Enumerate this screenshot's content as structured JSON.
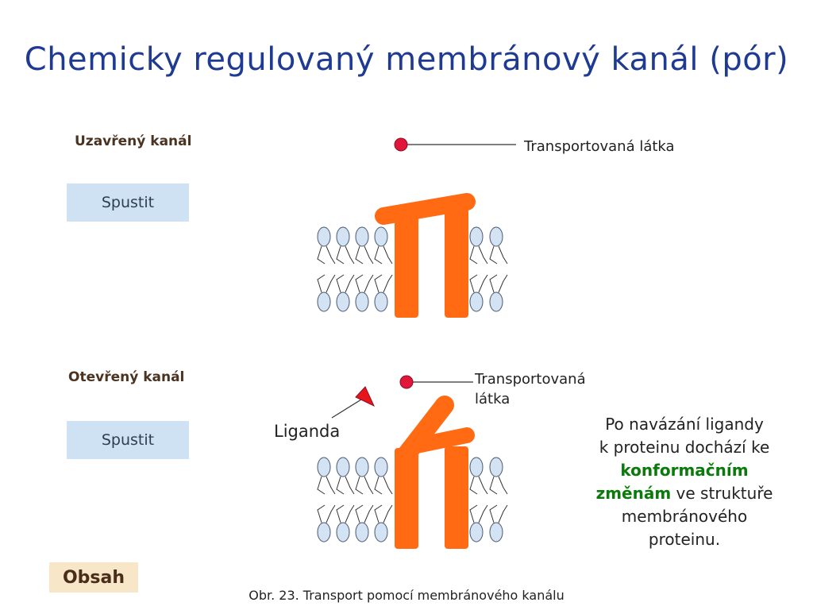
{
  "title": "Chemicky regulovaný membránový kanál (pór)",
  "closed": {
    "heading": "Uzavřený kanál",
    "button_label": "Spustit",
    "substance_label": "Transportovaná látka"
  },
  "open": {
    "heading": "Otevřený kanál",
    "button_label": "Spustit",
    "substance_label_line1": "Transportovaná",
    "substance_label_line2": "látka",
    "ligand_label": "Liganda"
  },
  "description": {
    "line1": "Po navázání ligandy",
    "line2": "k proteinu dochází ke",
    "highlight1": "konformačním",
    "highlight2": "změnám",
    "rest2": " ve struktuře",
    "line5": "membránového",
    "line6": "proteinu."
  },
  "nav": {
    "contents_label": "Obsah"
  },
  "caption": "Obr. 23. Transport pomocí membránového kanálu",
  "colors": {
    "title": "#1f3a93",
    "protein": "#ff6a13",
    "substance": "#e0173a",
    "ligand": "#e8141c",
    "lipid_head_fill": "#d3e3f3",
    "lipid_head_stroke": "#4a5a70",
    "highlight": "#0a7a0a",
    "button_bg": "#cfe2f3",
    "obsah_bg": "#f7e6c8"
  }
}
